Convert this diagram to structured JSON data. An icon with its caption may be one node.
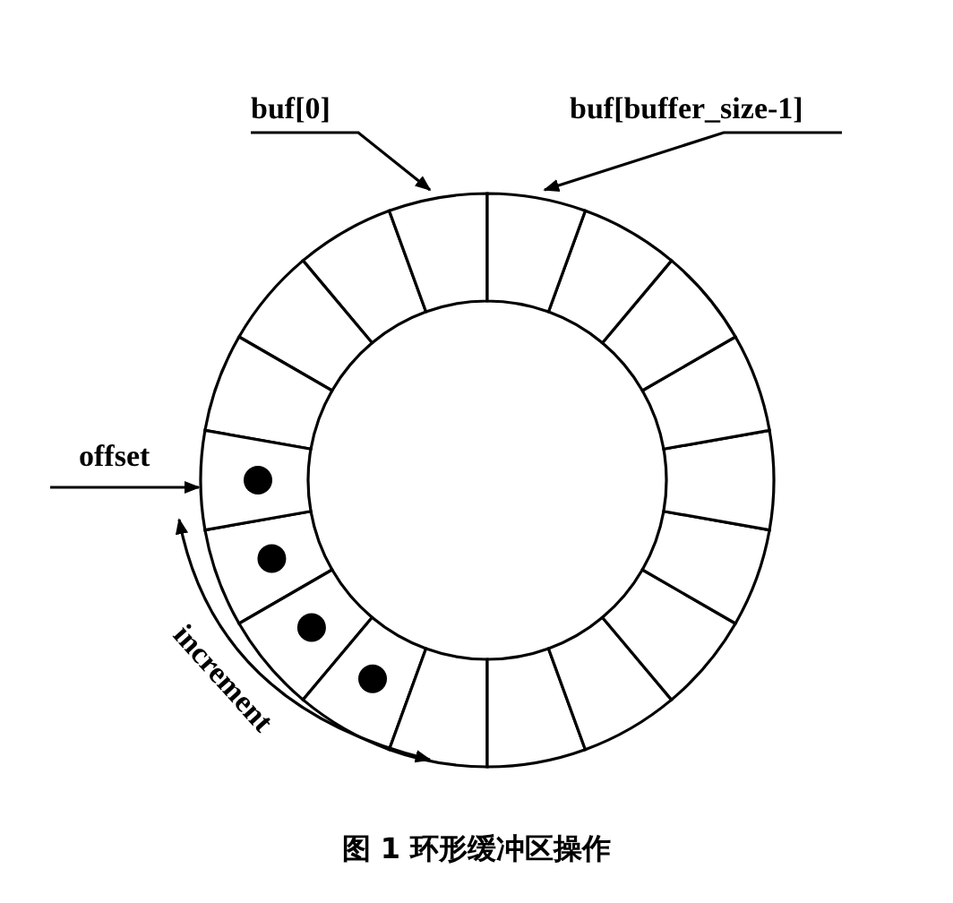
{
  "diagram": {
    "caption": "图 1 环形缓冲区操作",
    "nodes": [
      {
        "text": [
          "buf[0]"
        ]
      },
      {
        "text": [
          "buf[buffer_size-1]"
        ]
      },
      {
        "text": [
          "offset"
        ]
      },
      {
        "text": [],
        "shape": "segment"
      },
      {
        "text": [],
        "shape": "segment"
      },
      {
        "text": [],
        "shape": "segment"
      }
    ],
    "edges": [
      {
        "from": 0,
        "to": 3,
        "arrow": "to"
      },
      {
        "from": 1,
        "to": 4,
        "arrow": "to"
      },
      {
        "from": 2,
        "to": 5,
        "arrow": "to"
      }
    ],
    "labels": [
      "increment"
    ]
  }
}
